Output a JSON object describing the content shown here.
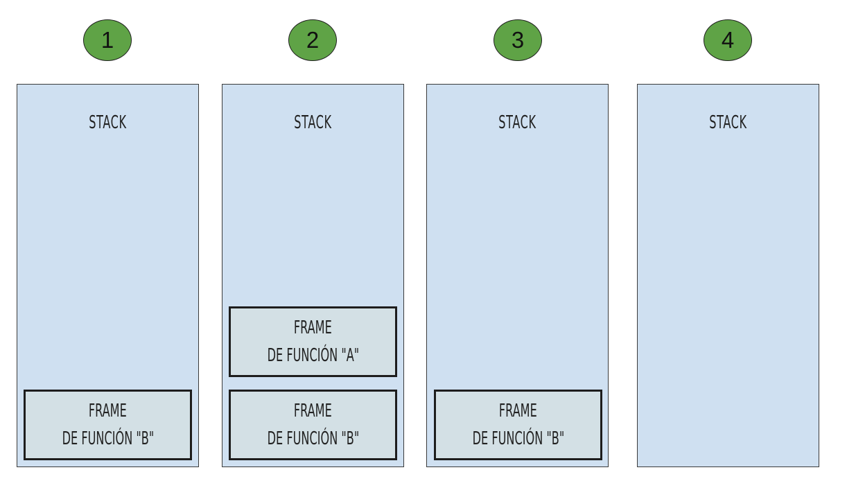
{
  "steps": [
    {
      "number": "1",
      "stack_label": "STACK",
      "frames": [
        {
          "line1": "FRAME",
          "line2": "DE FUNCIÓN \"B\""
        }
      ]
    },
    {
      "number": "2",
      "stack_label": "STACK",
      "frames": [
        {
          "line1": "FRAME",
          "line2": "DE FUNCIÓN \"A\""
        },
        {
          "line1": "FRAME",
          "line2": "DE FUNCIÓN \"B\""
        }
      ]
    },
    {
      "number": "3",
      "stack_label": "STACK",
      "frames": [
        {
          "line1": "FRAME",
          "line2": "DE FUNCIÓN \"B\""
        }
      ]
    },
    {
      "number": "4",
      "stack_label": "STACK",
      "frames": []
    }
  ]
}
